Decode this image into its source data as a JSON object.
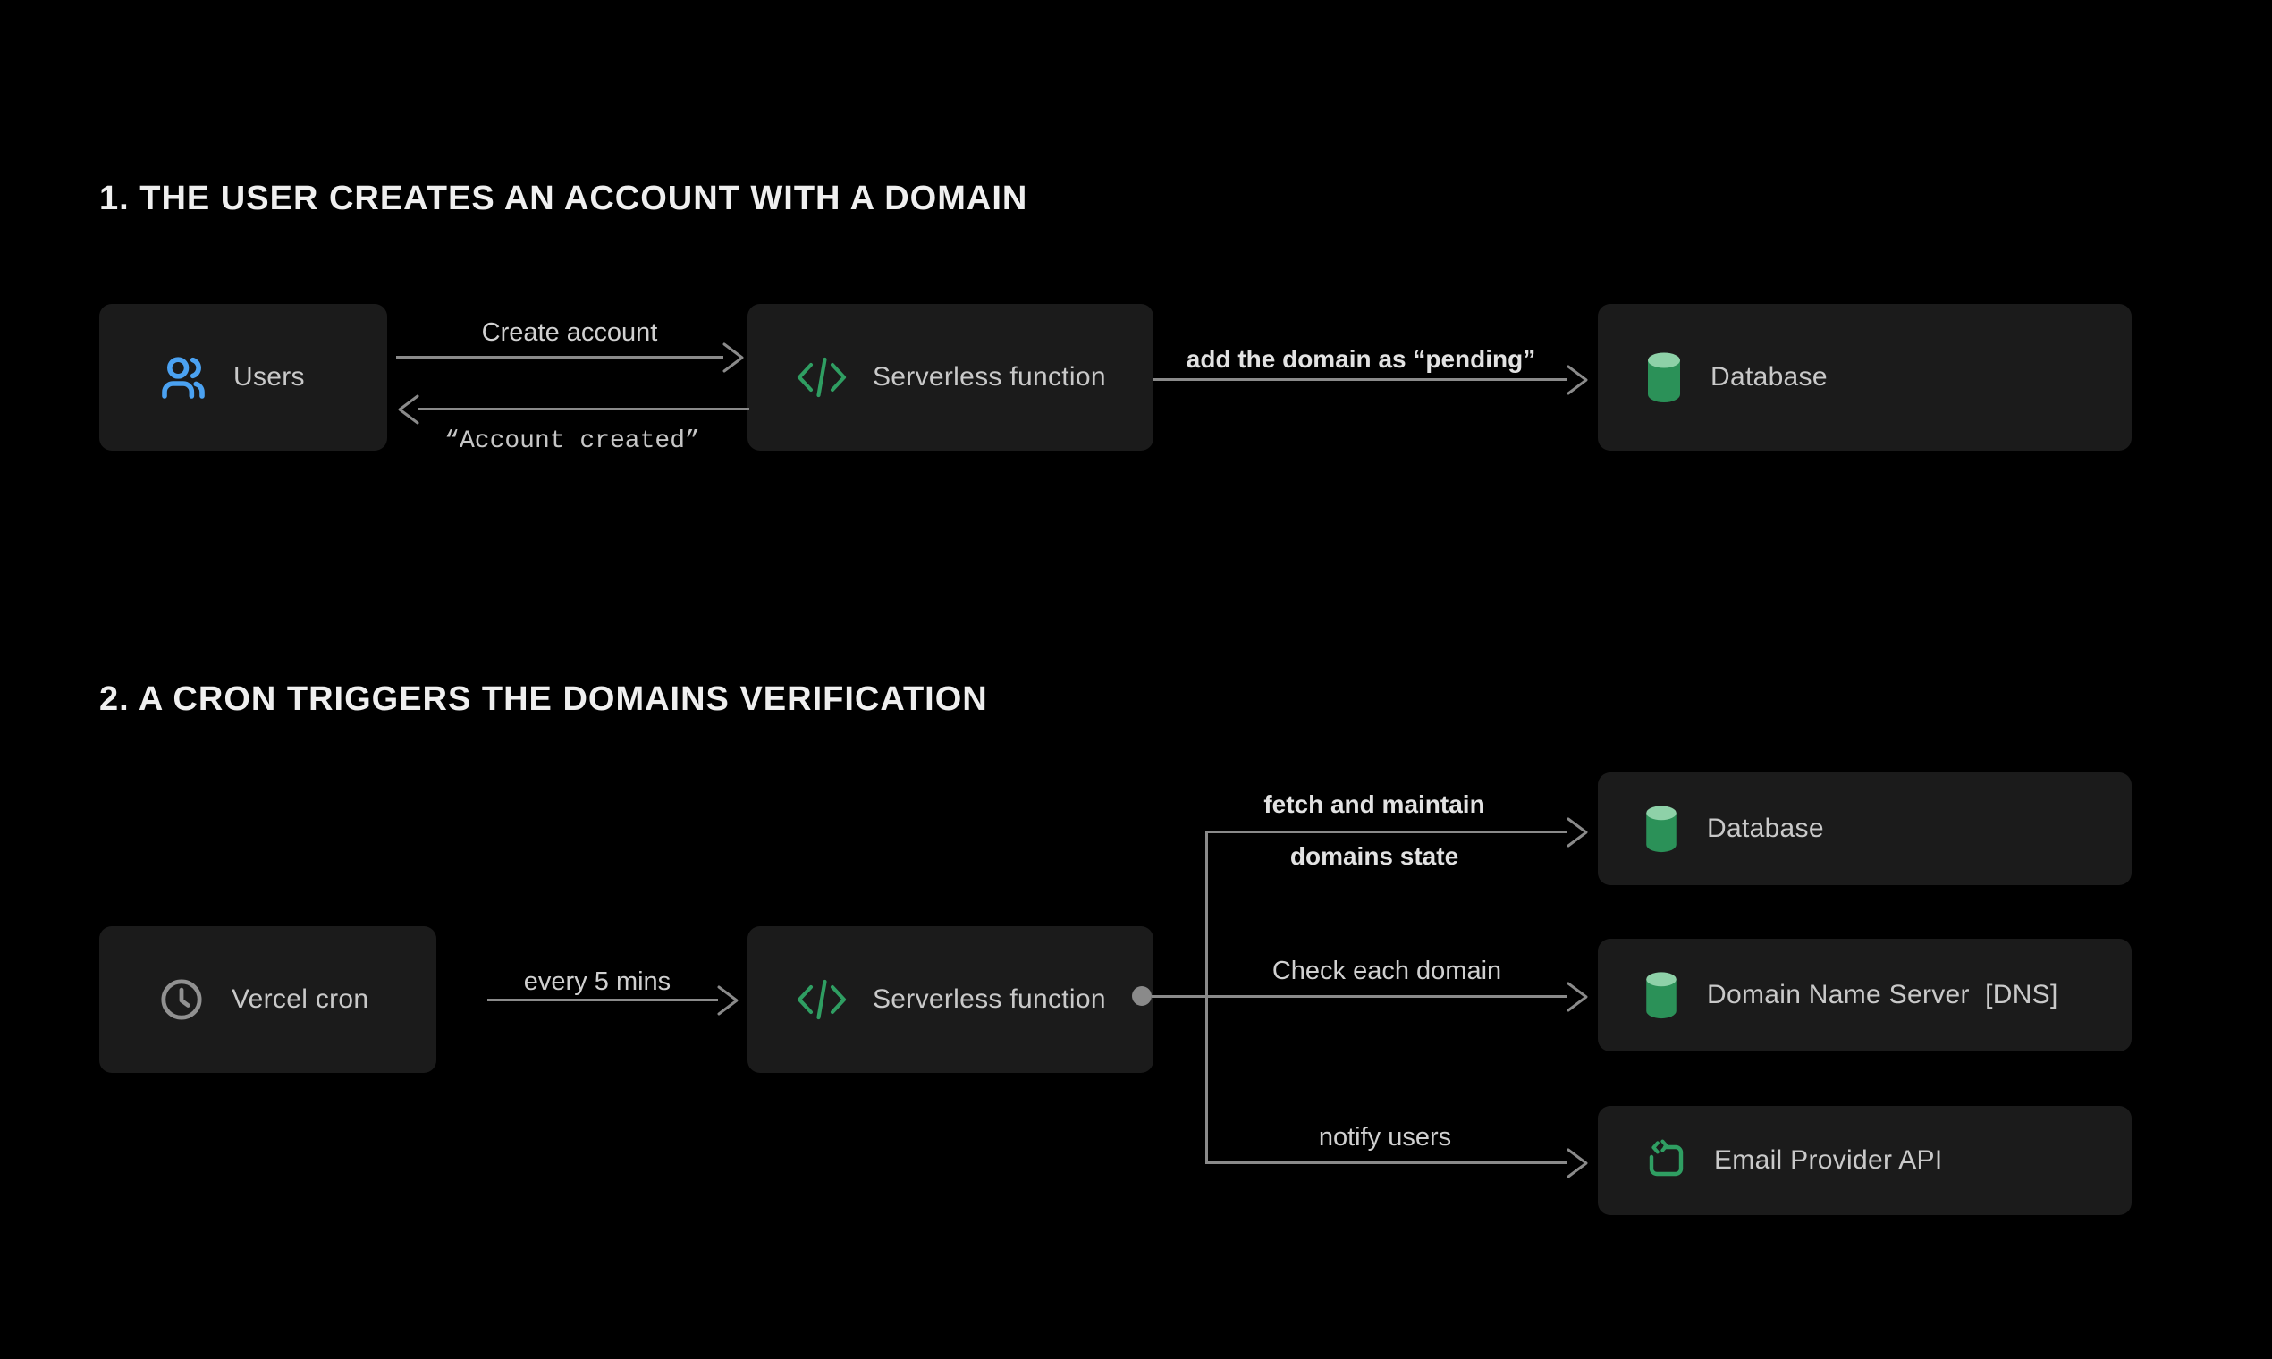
{
  "colors": {
    "background": "#000000",
    "box_background": "#1b1b1b",
    "box_text": "#c9c9c9",
    "title_text": "#efefef",
    "connector_gray": "#8a8a8a",
    "users_blue": "#4ba2f2",
    "code_green": "#2f9e62",
    "database_top_green": "#8ed1a8",
    "database_body_green": "#2b9158",
    "clock_gray": "#919191"
  },
  "section1": {
    "title": "1. THE USER CREATES AN ACCOUNT WITH A DOMAIN",
    "nodes": {
      "users": "Users",
      "serverless": "Serverless function",
      "database": "Database"
    },
    "edges": {
      "create_account": "Create account",
      "account_created": "“Account created”",
      "add_domain_pending": "add the domain as “pending”"
    }
  },
  "section2": {
    "title": "2. A CRON TRIGGERS THE DOMAINS VERIFICATION",
    "nodes": {
      "vercel_cron": "Vercel cron",
      "serverless": "Serverless function",
      "database": "Database",
      "dns": "Domain Name Server  [DNS]",
      "email_api": "Email Provider API"
    },
    "edges": {
      "every_5_mins": "every 5 mins",
      "fetch_line1": "fetch and maintain",
      "fetch_line2": "domains state",
      "check_each_domain": "Check each domain",
      "notify_users": "notify users"
    }
  }
}
